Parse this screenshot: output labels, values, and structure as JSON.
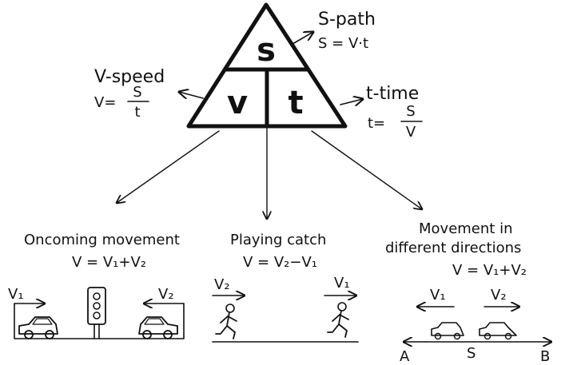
{
  "triangle": {
    "top_letter": "s",
    "left_letter": "v",
    "right_letter": "t"
  },
  "path_note": {
    "label": "S-path",
    "formula": "S = V·t"
  },
  "speed_note": {
    "label": "V-speed",
    "lhs": "V=",
    "num": "S",
    "den": "t"
  },
  "time_note": {
    "label": "t-time",
    "lhs": "t=",
    "num": "S",
    "den": "V"
  },
  "oncoming": {
    "title": "Oncoming movement",
    "formula": "V = V₁+V₂",
    "v1": "V₁",
    "v2": "V₂"
  },
  "catch": {
    "title": "Playing catch",
    "formula": "V = V₂−V₁",
    "v2": "V₂",
    "v1": "V₁"
  },
  "different": {
    "title_line1": "Movement in",
    "title_line2": "different directions",
    "formula": "V = V₁+V₂",
    "v1": "V₁",
    "v2": "V₂",
    "point_a": "A",
    "distance": "S",
    "point_b": "B"
  }
}
